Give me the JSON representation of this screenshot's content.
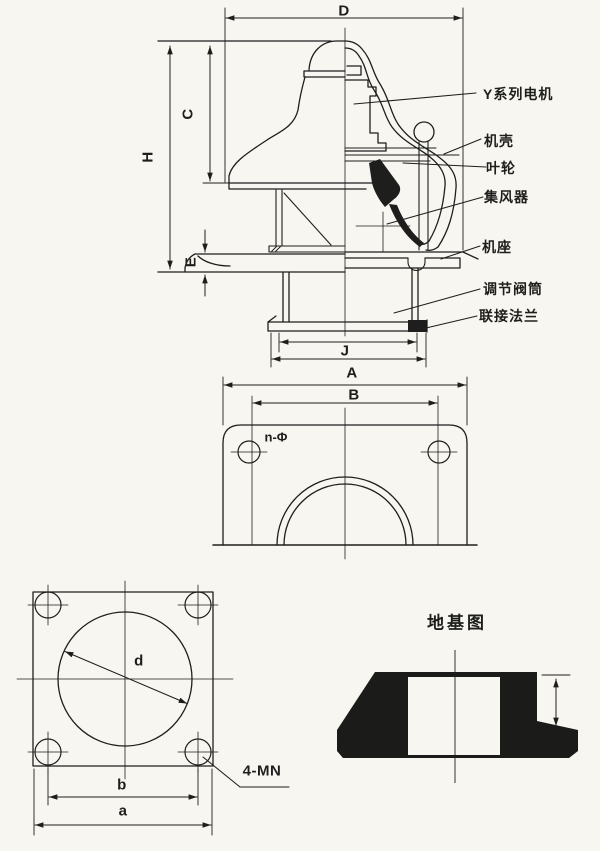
{
  "page": {
    "background": "#f7f6f1",
    "ink": "#1e1e1c"
  },
  "section_view": {
    "dims": {
      "D": "D",
      "H": "H",
      "C": "C",
      "E": "E",
      "J": "J"
    },
    "parts": [
      {
        "id": "motor",
        "text": "Y系列电机"
      },
      {
        "id": "casing",
        "text": "机壳"
      },
      {
        "id": "impeller",
        "text": "叶轮"
      },
      {
        "id": "collector",
        "text": "集风器"
      },
      {
        "id": "base",
        "text": "机座"
      },
      {
        "id": "valve-tube",
        "text": "调节阀筒"
      },
      {
        "id": "join-flange",
        "text": "联接法兰"
      }
    ]
  },
  "plan_view": {
    "dims": {
      "A": "A",
      "B": "B"
    },
    "holes_label": "n-Φ"
  },
  "square_flange_view": {
    "dims": {
      "d": "d",
      "b": "b",
      "a": "a"
    },
    "bolt_label": "4-MN"
  },
  "foundation_view": {
    "title": "地基图"
  }
}
